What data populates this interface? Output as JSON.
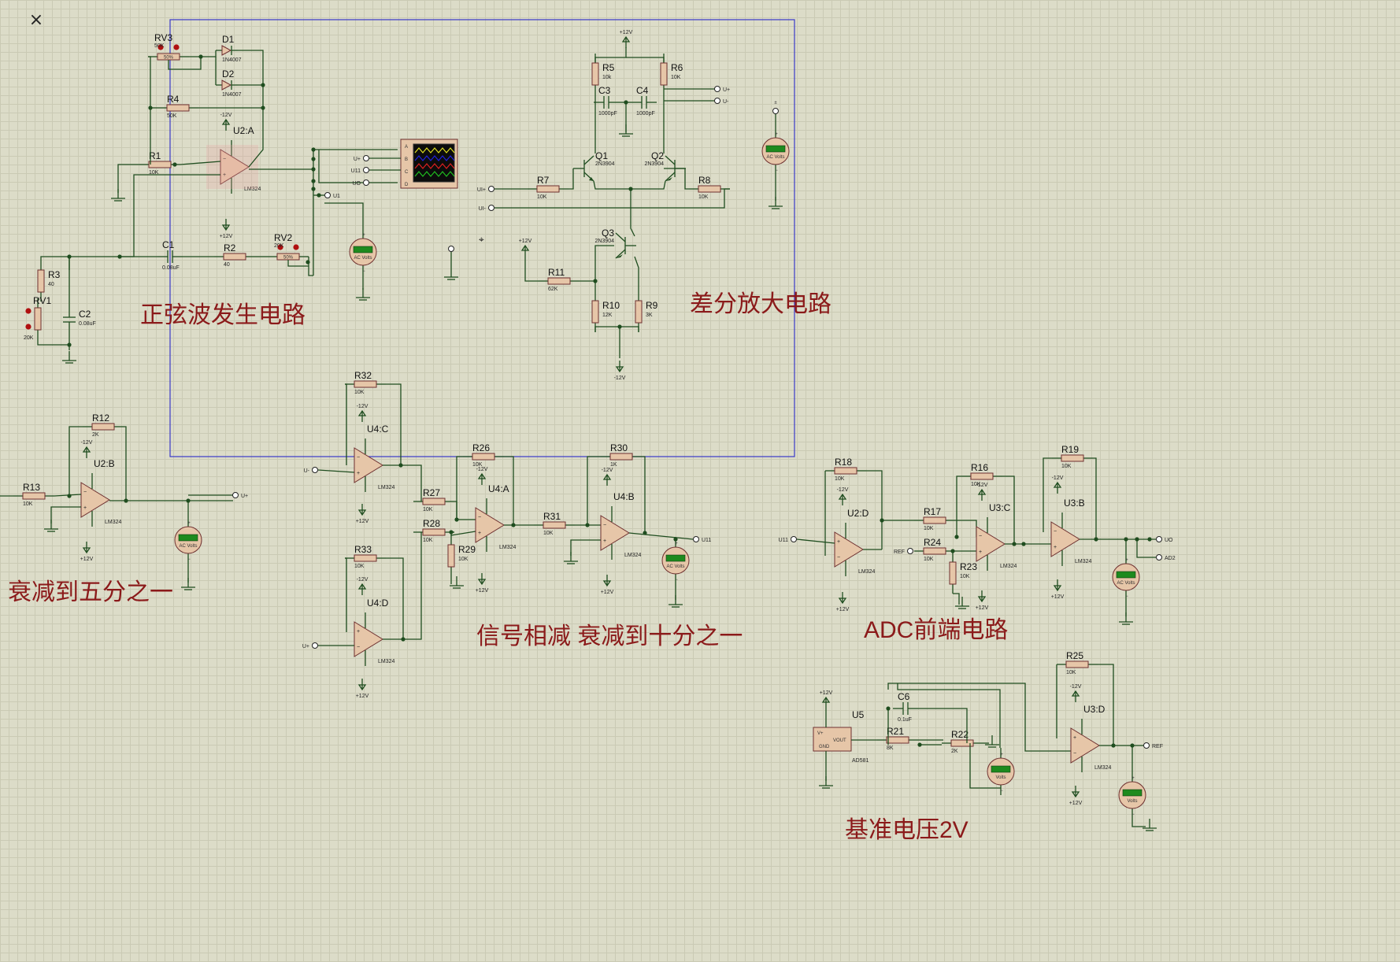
{
  "close_glyph": "×",
  "colors": {
    "wire": "#1f4d1f",
    "label": "#8b1a1a",
    "selection": "#3838c8",
    "body": "#e6c6a8"
  },
  "sections": {
    "sine": "正弦波发生电路",
    "diff": "差分放大电路",
    "att5": "衰减到五分之一",
    "sub10": "信号相减 衰减到十分之一",
    "adc": "ADC前端电路",
    "ref": "基准电压2V"
  },
  "resistors": [
    {
      "ref": "R1",
      "val": "10K"
    },
    {
      "ref": "R2",
      "val": "40"
    },
    {
      "ref": "R3",
      "val": "40"
    },
    {
      "ref": "R4",
      "val": "50K"
    },
    {
      "ref": "R5",
      "val": "10k"
    },
    {
      "ref": "R6",
      "val": "10K"
    },
    {
      "ref": "R7",
      "val": "10K"
    },
    {
      "ref": "R8",
      "val": "10K"
    },
    {
      "ref": "R9",
      "val": "3K"
    },
    {
      "ref": "R10",
      "val": "12K"
    },
    {
      "ref": "R11",
      "val": "62K"
    },
    {
      "ref": "R12",
      "val": "2K"
    },
    {
      "ref": "R13",
      "val": "10K"
    },
    {
      "ref": "R16",
      "val": "10K"
    },
    {
      "ref": "R17",
      "val": "10K"
    },
    {
      "ref": "R18",
      "val": "10K"
    },
    {
      "ref": "R19",
      "val": "10K"
    },
    {
      "ref": "R21",
      "val": "8K"
    },
    {
      "ref": "R22",
      "val": "2K"
    },
    {
      "ref": "R23",
      "val": "10K"
    },
    {
      "ref": "R24",
      "val": "10K"
    },
    {
      "ref": "R25",
      "val": "10K"
    },
    {
      "ref": "R26",
      "val": "10K"
    },
    {
      "ref": "R27",
      "val": "10K"
    },
    {
      "ref": "R28",
      "val": "10K"
    },
    {
      "ref": "R29",
      "val": "10K"
    },
    {
      "ref": "R30",
      "val": "1K"
    },
    {
      "ref": "R31",
      "val": "10K"
    },
    {
      "ref": "R32",
      "val": "10K"
    },
    {
      "ref": "R33",
      "val": "10K"
    }
  ],
  "capacitors": [
    {
      "ref": "C1",
      "val": "0.08uF"
    },
    {
      "ref": "C2",
      "val": "0.08uF"
    },
    {
      "ref": "C3",
      "val": "1000pF"
    },
    {
      "ref": "C4",
      "val": "1000pF"
    },
    {
      "ref": "C6",
      "val": "0.1uF"
    }
  ],
  "pots": [
    {
      "ref": "RV1",
      "val": "20K"
    },
    {
      "ref": "RV2",
      "val": "20K"
    },
    {
      "ref": "RV3",
      "val": "50K"
    }
  ],
  "pot_dial": "50%",
  "diodes": [
    {
      "ref": "D1",
      "val": "1N4007"
    },
    {
      "ref": "D2",
      "val": "1N4007"
    }
  ],
  "transistors": [
    {
      "ref": "Q1",
      "val": "2N3904"
    },
    {
      "ref": "Q2",
      "val": "2N3904"
    },
    {
      "ref": "Q3",
      "val": "2N3904"
    }
  ],
  "opamps": [
    {
      "ref": "U2:A",
      "val": "LM324"
    },
    {
      "ref": "U2:B",
      "val": "LM324"
    },
    {
      "ref": "U2:D",
      "val": "LM324"
    },
    {
      "ref": "U3:B",
      "val": "LM324"
    },
    {
      "ref": "U3:C",
      "val": "LM324"
    },
    {
      "ref": "U3:D",
      "val": "LM324"
    },
    {
      "ref": "U4:A",
      "val": "LM324"
    },
    {
      "ref": "U4:B",
      "val": "LM324"
    },
    {
      "ref": "U4:C",
      "val": "LM324"
    },
    {
      "ref": "U4:D",
      "val": "LM324"
    }
  ],
  "ic": {
    "ref": "U5",
    "val": "AD581",
    "vplus": "V+",
    "vout": "VOUT",
    "gnd": "GND"
  },
  "rails": {
    "pos": "+12V",
    "neg": "-12V"
  },
  "nets": {
    "u_plus": "U+",
    "u_minus": "U-",
    "u1": "U1",
    "u11": "U11",
    "uo": "UO",
    "ad2": "AD2",
    "ref": "REF",
    "ui_plus": "UI+",
    "ui_minus": "UI-"
  },
  "scope_channels": [
    "A",
    "B",
    "C",
    "D"
  ],
  "meters": {
    "ac": "AC Volts",
    "dc": "Volts"
  }
}
